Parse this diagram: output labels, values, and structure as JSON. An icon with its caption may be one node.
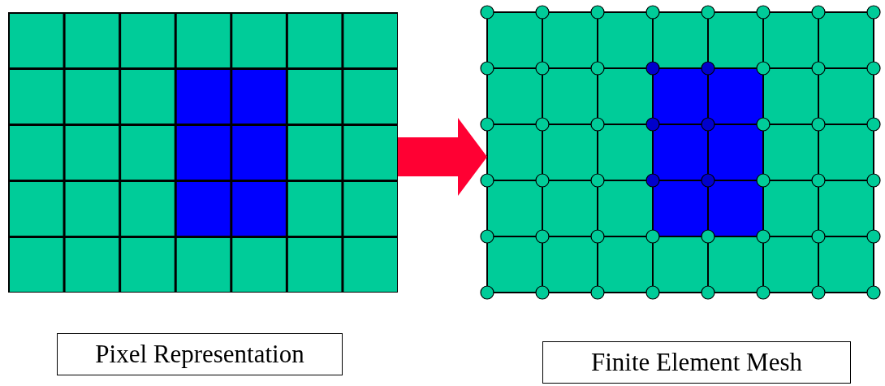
{
  "diagram": {
    "nodes": [
      {
        "text": [],
        "shape": "picture"
      },
      {
        "text": [],
        "shape": "picture"
      },
      {
        "text": [
          "Pixel Representation"
        ]
      },
      {
        "text": [
          "Finite Element Mesh"
        ]
      }
    ],
    "edges": [
      {
        "from": 0,
        "to": 1,
        "arrow": "to",
        "color": "#ff0033"
      }
    ]
  }
}
